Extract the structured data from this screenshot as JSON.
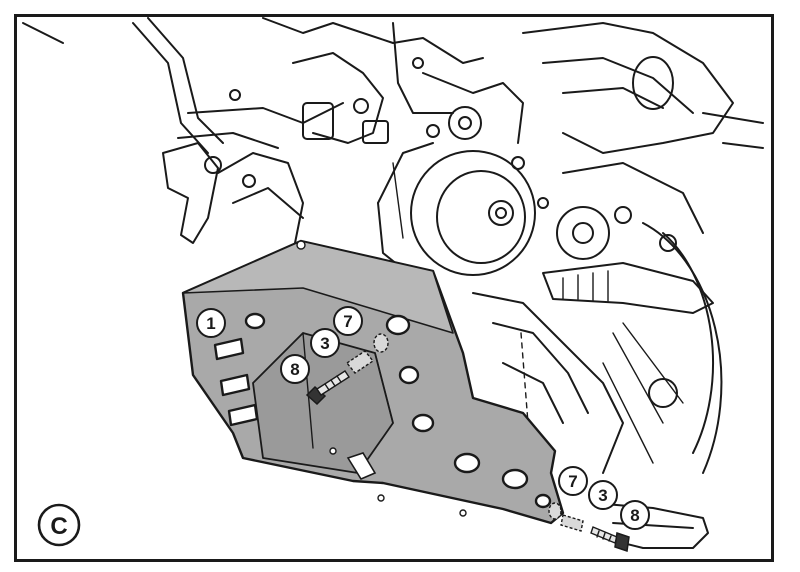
{
  "figure": {
    "step_label": "C",
    "part_callouts": [
      {
        "id": "plate",
        "number": "1"
      },
      {
        "id": "washer-a-upper",
        "number": "7"
      },
      {
        "id": "spacer-upper",
        "number": "3"
      },
      {
        "id": "bolt-upper",
        "number": "8"
      },
      {
        "id": "washer-a-lower",
        "number": "7"
      },
      {
        "id": "spacer-lower",
        "number": "3"
      },
      {
        "id": "bolt-lower",
        "number": "8"
      }
    ],
    "colors": {
      "line": "#1a1a1a",
      "plate_fill": "#a9a9a9",
      "plate_shadow": "#8c8c8c",
      "background": "#ffffff"
    }
  }
}
